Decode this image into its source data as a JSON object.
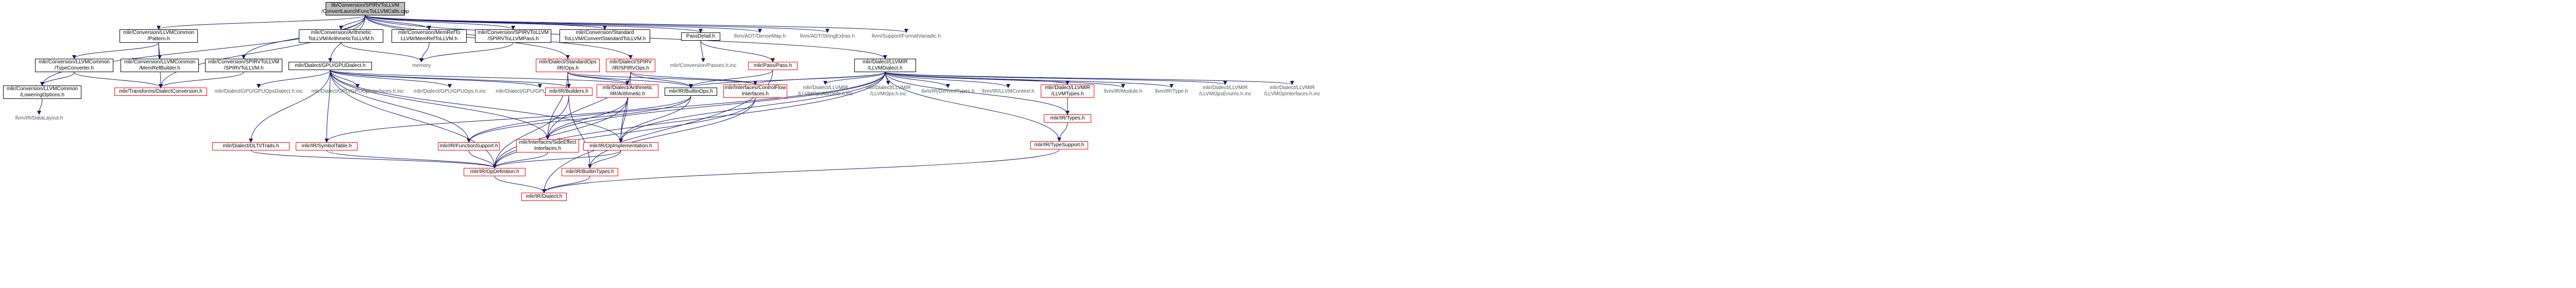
{
  "diagram": {
    "colors": {
      "edge": "#191970",
      "missing_edge": "#ff0000",
      "node_border": "#000000",
      "missing_border": "#ff0000",
      "root_fill": "#bfbfbf"
    },
    "nodes": {
      "root": [
        "lib/Conversion/SPIRVToLLVM",
        "/ConvertLaunchFuncToLLVMCalls.cpp"
      ],
      "llvmcommon_pattern": [
        "mlir/Conversion/LLVMCommon",
        "/Pattern.h"
      ],
      "arith_to_llvm": [
        "mlir/Conversion/Arithmetic",
        "ToLLVM/ArithmeticToLLVM.h"
      ],
      "memref_to_llvm": [
        "mlir/Conversion/MemRefTo",
        "LLVM/MemRefToLLVM.h"
      ],
      "spirv_to_llvm_pass": [
        "mlir/Conversion/SPIRVToLLVM",
        "/SPIRVToLLVMPass.h"
      ],
      "std_to_llvm": [
        "mlir/Conversion/Standard",
        "ToLLVM/ConvertStandardToLLVM.h"
      ],
      "pass_detail": [
        "PassDetail.h"
      ],
      "densemap": [
        "llvm/ADT/DenseMap.h"
      ],
      "stringextras": [
        "llvm/ADT/StringExtras.h"
      ],
      "formatvariadic": [
        "llvm/Support/FormatVariadic.h"
      ],
      "llvmcommon_typeconverter": [
        "mlir/Conversion/LLVMCommon",
        "/TypeConverter.h"
      ],
      "memref_builder": [
        "mlir/Conversion/LLVMCommon",
        "/MemRefBuilder.h"
      ],
      "spirv_to_llvm": [
        "mlir/Conversion/SPIRVToLLVM",
        "/SPIRVToLLVM.h"
      ],
      "gpu_dialect": [
        "mlir/Dialect/GPU/GPUDialect.h"
      ],
      "memory": [
        "memory"
      ],
      "std_ops": [
        "mlir/Dialect/StandardOps",
        "/IR/Ops.h"
      ],
      "spirv_ops": [
        "mlir/Dialect/SPIRV",
        "/IR/SPIRVOps.h"
      ],
      "conversion_passes": [
        "mlir/Conversion/Passes.h.inc"
      ],
      "pass_pass": [
        "mlir/Pass/Pass.h"
      ],
      "llvm_dialect": [
        "mlir/Dialect/LLVMIR",
        "/LLVMDialect.h"
      ],
      "llvmcommon_lowering": [
        "mlir/Conversion/LLVMCommon",
        "/LoweringOptions.h"
      ],
      "transforms_dialectconv": [
        "mlir/Transforms/DialectConversion.h"
      ],
      "gpuops_dialect_inc": [
        "mlir/Dialect/GPU/GPUOpsDialect.h.inc"
      ],
      "gpuop_interfaces_inc": [
        "mlir/Dialect/GPU/GPUOpInterfaces.h.inc"
      ],
      "gpuops_inc": [
        "mlir/Dialect/GPU/GPUOps.h.inc"
      ],
      "gpuops_enums_inc": [
        "mlir/Dialect/GPU/GPUOpsEnums.h.inc"
      ],
      "ir_builders": [
        "mlir/IR/Builders.h"
      ],
      "arith_dialect": [
        "mlir/Dialect/Arithmetic",
        "/IR/Arithmetic.h"
      ],
      "ir_builtinops": [
        "mlir/IR/BuiltinOps.h"
      ],
      "controlflow_ifaces": [
        "mlir/Interfaces/ControlFlow",
        "Interfaces.h"
      ],
      "llvmir_ops_attrdefs_inc": [
        "mlir/Dialect/LLVMIR",
        "/LLVMOpsAttrDefs.h.inc"
      ],
      "llvmir_ops_inc": [
        "mlir/Dialect/LLVMIR",
        "/LLVMOps.h.inc"
      ],
      "derivedtypes": [
        "llvm/IR/DerivedTypes.h"
      ],
      "llvmcontext": [
        "llvm/IR/LLVMContext.h"
      ],
      "llvmir_types": [
        "mlir/Dialect/LLVMIR",
        "/LLVMTypes.h"
      ],
      "ir_module": [
        "llvm/IR/Module.h"
      ],
      "ir_type": [
        "llvm/IR/Type.h"
      ],
      "llvmir_opsenums_inc": [
        "mlir/Dialect/LLVMIR",
        "/LLVMOpsEnums.h.inc"
      ],
      "llvmir_opinterfaces_inc": [
        "mlir/Dialect/LLVMIR",
        "/LLVMOpInterfaces.h.inc"
      ],
      "datalayout": [
        "llvm/IR/DataLayout.h"
      ],
      "dlti_traits": [
        "mlir/Dialect/DLTI/Traits.h"
      ],
      "symboltable": [
        "mlir/IR/SymbolTable.h"
      ],
      "functionsupport": [
        "mlir/IR/FunctionSupport.h"
      ],
      "sideeffect_ifaces": [
        "mlir/Interfaces/SideEffect",
        "Interfaces.h"
      ],
      "opimplementation": [
        "mlir/IR/OpImplementation.h"
      ],
      "ir_types": [
        "mlir/IR/Types.h"
      ],
      "opdefinition": [
        "mlir/IR/OpDefinition.h"
      ],
      "builtintypes": [
        "mlir/IR/BuiltinTypes.h"
      ],
      "typesupport": [
        "mlir/IR/TypeSupport.h"
      ],
      "ir_dialect": [
        "mlir/IR/Dialect.h"
      ]
    }
  }
}
